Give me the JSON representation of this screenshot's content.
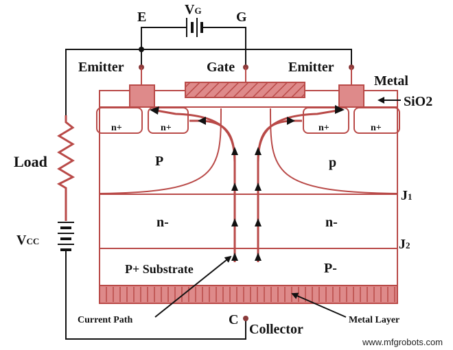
{
  "labels": {
    "E": "E",
    "G": "G",
    "vg_main": "V",
    "vg_sub": "G",
    "emitter_left": "Emitter",
    "gate": "Gate",
    "emitter_right": "Emitter",
    "metal": "Metal",
    "sio2": "SiO2",
    "load": "Load",
    "vcc_main": "V",
    "vcc_sub": "CC",
    "n_plus_1": "n+",
    "n_plus_2": "n+",
    "n_plus_3": "n+",
    "n_plus_4": "n+",
    "p_left": "P",
    "p_right": "p",
    "n_minus_left": "n-",
    "n_minus_right": "n-",
    "j1_main": "J",
    "j1_sub": "1",
    "j2_main": "J",
    "j2_sub": "2",
    "p_plus_substrate": "P+ Substrate",
    "p_minus": "P-",
    "current_path": "Current Path",
    "c": "C",
    "collector": "Collector",
    "metal_layer": "Metal Layer",
    "watermark": "www.mfgrobots.com"
  },
  "colors": {
    "device": "#b94a48",
    "metal_fill": "#de8a8a",
    "wire": "#111111",
    "terminal_dot": "#8a3a3a"
  }
}
